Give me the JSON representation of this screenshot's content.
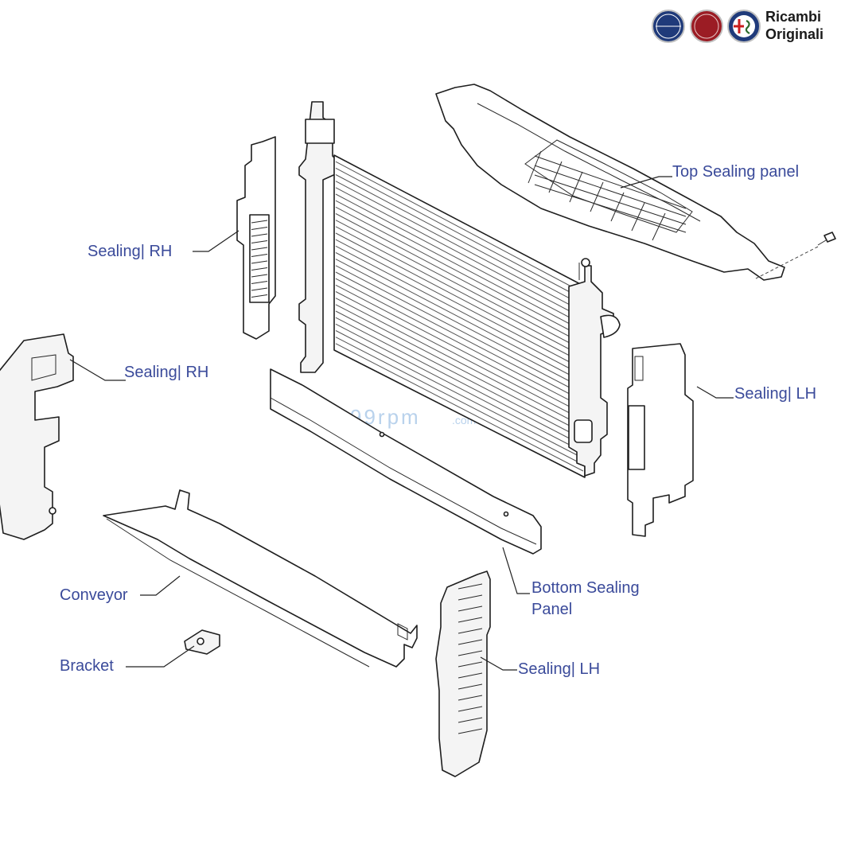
{
  "brand": {
    "text_line1": "Ricambi",
    "text_line2": "Originali",
    "emblems": [
      "lancia-emblem",
      "fiat-emblem",
      "alfa-romeo-emblem"
    ],
    "emblem_colors": {
      "lancia": "#1f3a7a",
      "fiat": "#9b1c24",
      "alfa": "#1f3a7a"
    }
  },
  "watermark": {
    "text": "99rpm",
    "suffix": ".com"
  },
  "labels": {
    "top_sealing_panel": "Top Sealing panel",
    "sealing_rh_upper": "Sealing| RH",
    "sealing_rh_lower": "Sealing| RH",
    "sealing_lh_upper": "Sealing| LH",
    "sealing_lh_lower": "Sealing| LH",
    "bottom_sealing_panel_line1": "Bottom Sealing",
    "bottom_sealing_panel_line2": "Panel",
    "conveyor": "Conveyor",
    "bracket": "Bracket"
  },
  "colors": {
    "label": "#3a4a9a",
    "line": "#1e1e1e",
    "watermark": "#b9d2ec"
  }
}
